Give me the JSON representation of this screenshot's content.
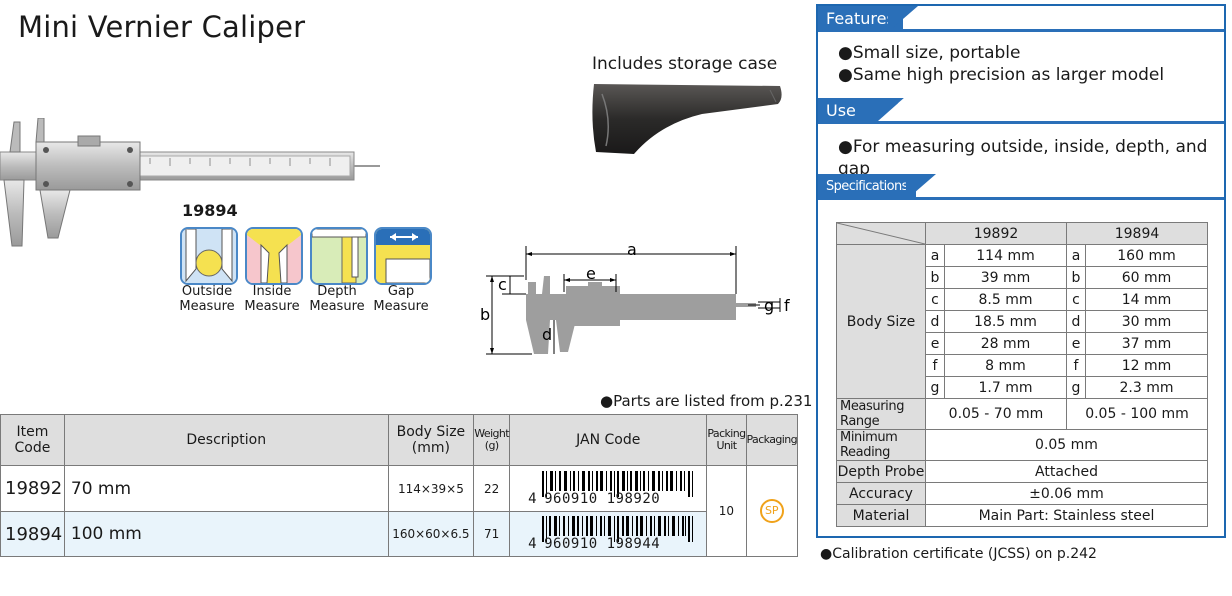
{
  "page": {
    "title": "Mini Vernier Caliper",
    "case_label": "Includes storage case",
    "model_label": "19894",
    "parts_note": "●Parts are listed from p.231",
    "calibration_note": "●Calibration certificate (JCSS) on p.242"
  },
  "measure_modes": [
    {
      "label_1": "Outside",
      "label_2": "Measure",
      "icon": "outside-measure-icon"
    },
    {
      "label_1": "Inside",
      "label_2": "Measure",
      "icon": "inside-measure-icon"
    },
    {
      "label_1": "Depth",
      "label_2": "Measure",
      "icon": "depth-measure-icon"
    },
    {
      "label_1": "Gap",
      "label_2": "Measure",
      "icon": "gap-measure-icon"
    }
  ],
  "diagram_labels": {
    "a": "a",
    "b": "b",
    "c": "c",
    "d": "d",
    "e": "e",
    "f": "f",
    "g": "g"
  },
  "product_table": {
    "headers": {
      "item_code": "Item Code",
      "description": "Description",
      "body_size": "Body Size (mm)",
      "weight": "Weight (g)",
      "jan": "JAN Code",
      "packing": "Packing Unit",
      "packaging": "Packaging"
    },
    "rows": [
      {
        "code": "19892",
        "description": "70 mm",
        "body_size": "114×39×5",
        "weight": "22",
        "jan_lead": "4",
        "jan_rest": "960910 198920"
      },
      {
        "code": "19894",
        "description": "100 mm",
        "body_size": "160×60×6.5",
        "weight": "71",
        "jan_lead": "4",
        "jan_rest": "960910 198944"
      }
    ],
    "packing_unit": "10",
    "packaging_badge": "SP"
  },
  "panel": {
    "features_title": "Features",
    "features": [
      "●Small size, portable",
      "●Same high precision as larger model"
    ],
    "use_title": "Use",
    "use": [
      "●For measuring outside, inside, depth, and gap"
    ],
    "spec_title": "Specifications"
  },
  "spec_table": {
    "col1": "19892",
    "col2": "19894",
    "body_size_label": "Body Size",
    "body_rows": [
      {
        "letter": "a",
        "v1": "114 mm",
        "v2": "160 mm"
      },
      {
        "letter": "b",
        "v1": "39 mm",
        "v2": "60 mm"
      },
      {
        "letter": "c",
        "v1": "8.5 mm",
        "v2": "14 mm"
      },
      {
        "letter": "d",
        "v1": "18.5 mm",
        "v2": "30 mm"
      },
      {
        "letter": "e",
        "v1": "28 mm",
        "v2": "37 mm"
      },
      {
        "letter": "f",
        "v1": "8 mm",
        "v2": "12 mm"
      },
      {
        "letter": "g",
        "v1": "1.7 mm",
        "v2": "2.3 mm"
      }
    ],
    "measuring_range_label": "Measuring Range",
    "measuring_range_1": "0.05 - 70 mm",
    "measuring_range_2": "0.05 - 100 mm",
    "min_reading_label": "Minimum Reading",
    "min_reading": "0.05 mm",
    "depth_probe_label": "Depth Probe",
    "depth_probe": "Attached",
    "accuracy_label": "Accuracy",
    "accuracy": "±0.06 mm",
    "material_label": "Material",
    "material": "Main Part: Stainless steel"
  },
  "colors": {
    "accent": "#2a6fb8",
    "header_gray": "#dedede",
    "row_tint": "#e9f4fb",
    "sp_badge": "#f0a21a"
  }
}
